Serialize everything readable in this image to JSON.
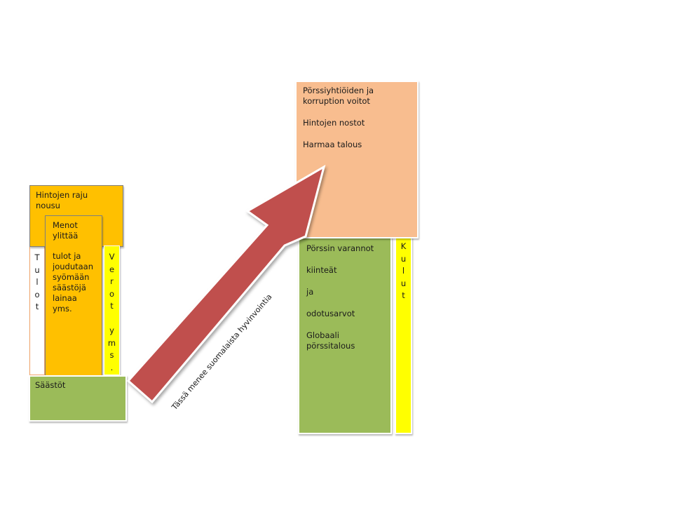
{
  "left": {
    "price_box": [
      "Hintojen raju",
      "nousu"
    ],
    "expenses": {
      "title": [
        "Menot",
        "ylittää"
      ],
      "body": [
        "tulot ja",
        "joudutaan",
        "syömään",
        "säästöjä",
        "lainaa",
        "yms."
      ]
    },
    "income_vertical": [
      "T",
      "u",
      "l",
      "o",
      "t"
    ],
    "taxes_vertical": [
      "V",
      "e",
      "r",
      "o",
      "t",
      "",
      "y",
      "m",
      "s",
      "."
    ],
    "savings": "Säästöt"
  },
  "arrow_label": "Tässä menee suomalaista hyvinvointia",
  "right": {
    "profits": {
      "line1": [
        "Pörssiyhtiöiden ja",
        "korruption voitot"
      ],
      "line2": "Hintojen nostot",
      "line3": "Harmaa talous"
    },
    "reserves": {
      "line1": "Pörssin varannot",
      "line2": "kiinteät",
      "line3": "ja",
      "line4": "odotusarvot",
      "line5": [
        "Globaali",
        "pörssitalous"
      ]
    },
    "costs_vertical": [
      "K",
      "u",
      "l",
      "u",
      "t"
    ]
  },
  "colors": {
    "orange": "#ffc000",
    "green": "#9bbb59",
    "yellow": "#ffff00",
    "peach": "#f8bd8f",
    "arrow": "#c0504d",
    "white_box": "#ffffff"
  }
}
